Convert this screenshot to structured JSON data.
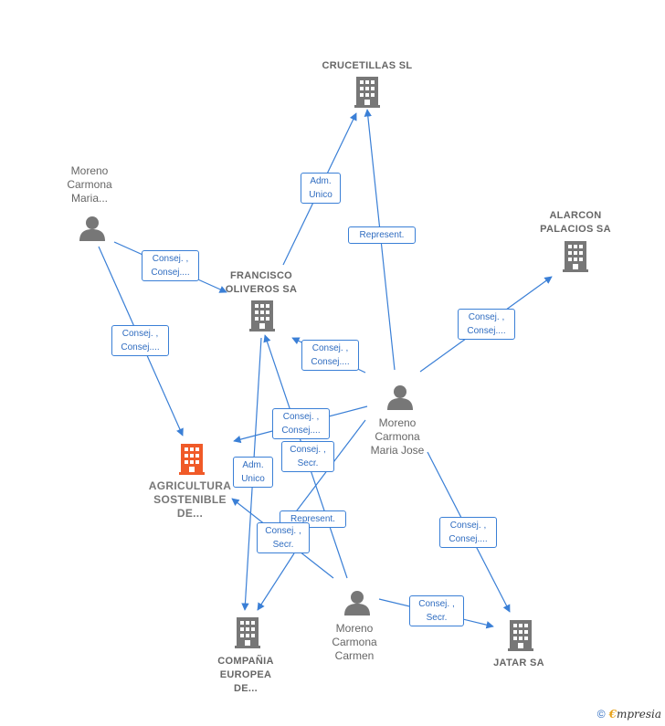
{
  "nodes": {
    "crucetillas": {
      "label": "CRUCETILLAS SL"
    },
    "alarcon": {
      "label": "ALARCON\nPALACIOS SA"
    },
    "oliveros": {
      "label": "FRANCISCO\nOLIVEROS SA"
    },
    "agricultura": {
      "label": "AGRICULTURA\nSOSTENIBLE\nDE..."
    },
    "compania": {
      "label": "COMPAÑIA\nEUROPEA\nDE..."
    },
    "jatar": {
      "label": "JATAR SA"
    },
    "moreno_maria": {
      "label": "Moreno\nCarmona\nMaria..."
    },
    "moreno_maria_jose": {
      "label": "Moreno\nCarmona\nMaria Jose"
    },
    "moreno_carmen": {
      "label": "Moreno\nCarmona\nCarmen"
    }
  },
  "edges": {
    "e1": {
      "label": "Adm.\nUnico"
    },
    "e2": {
      "label": "Represent."
    },
    "e3": {
      "label": "Consej. ,\nConsej...."
    },
    "e4": {
      "label": "Consej. ,\nConsej...."
    },
    "e5": {
      "label": "Consej. ,\nConsej...."
    },
    "e6": {
      "label": "Consej. ,\nConsej...."
    },
    "e7": {
      "label": "Consej. ,\nConsej...."
    },
    "e8": {
      "label": "Consej. ,\nSecr."
    },
    "e9": {
      "label": "Adm.\nUnico"
    },
    "e10": {
      "label": "Represent."
    },
    "e11": {
      "label": "Consej. ,\nSecr."
    },
    "e12": {
      "label": "Consej. ,\nConsej...."
    },
    "e13": {
      "label": "Consej. ,\nSecr."
    }
  },
  "footer": {
    "copyright": "©",
    "brand_e": "€",
    "brand_rest": "mpresia"
  },
  "colors": {
    "edge": "#3a7fd6",
    "node": "#777777",
    "highlight": "#f05a28"
  }
}
